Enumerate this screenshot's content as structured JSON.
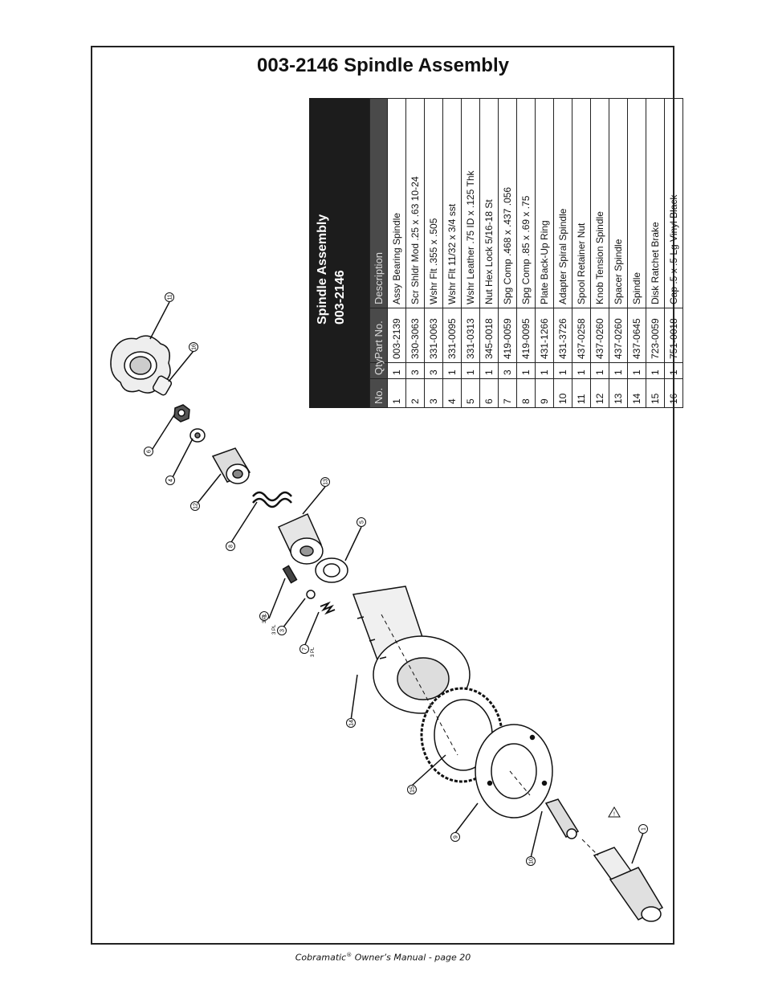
{
  "page": {
    "title": "003-2146 Spindle Assembly",
    "footer_brand": "Cobramatic",
    "footer_reg": "®",
    "footer_rest": " Owner’s Manual - page 20"
  },
  "table": {
    "title_line1": "Spindle Assembly",
    "title_line2": "003-2146",
    "headers": [
      "No.",
      "Qty.",
      "Part No.",
      "Description"
    ],
    "rows": [
      [
        "1",
        "1",
        "003-2139",
        "Assy Bearing Spindle"
      ],
      [
        "2",
        "3",
        "330-3063",
        "Scr Shldr Mod .25 x .63 10-24"
      ],
      [
        "3",
        "3",
        "331-0063",
        "Wshr Flt .355 x .505"
      ],
      [
        "4",
        "1",
        "331-0095",
        "Wshr Flt 11/32 x 3/4 sst"
      ],
      [
        "5",
        "1",
        "331-0313",
        "Wshr Leather .75 ID x .125 Thk"
      ],
      [
        "6",
        "1",
        "345-0018",
        "Nut Hex Lock 5/16-18 St"
      ],
      [
        "7",
        "3",
        "419-0059",
        "Spg Comp .468 x .437 .056"
      ],
      [
        "8",
        "1",
        "419-0095",
        "Spg Comp .85 x .69  x .75"
      ],
      [
        "9",
        "1",
        "431-1266",
        "Plate Back-Up Ring"
      ],
      [
        "10",
        "1",
        "431-3726",
        "Adapter Spiral Spindle"
      ],
      [
        "11",
        "1",
        "437-0258",
        "Spool Retainer Nut"
      ],
      [
        "12",
        "1",
        "437-0260",
        "Knob Tension Spindle"
      ],
      [
        "13",
        "1",
        "437-0260",
        "Spacer Spindle"
      ],
      [
        "14",
        "1",
        "437-0645",
        "Spindle"
      ],
      [
        "15",
        "1",
        "723-0059",
        "Disk Ratchet Brake"
      ],
      [
        "16",
        "1",
        "751-0018",
        "Cap .5 x .5 Lg Vinyl Black"
      ]
    ]
  },
  "diagram": {
    "callouts": [
      "11",
      "16",
      "6",
      "4",
      "12",
      "8",
      "13",
      "5",
      "2",
      "3",
      "7",
      "14",
      "15",
      "9",
      "10",
      "1"
    ],
    "pl_note": "3 PL",
    "warning_symbol": "!"
  }
}
